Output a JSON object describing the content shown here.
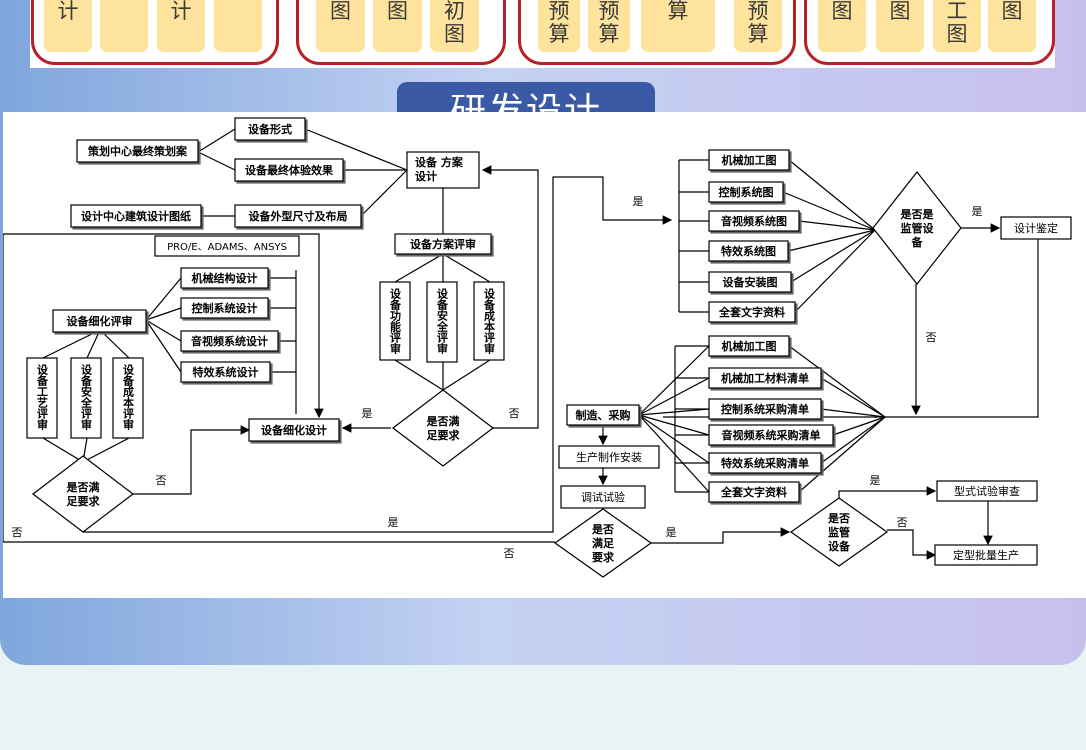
{
  "top_tiles": [
    {
      "group": 1,
      "lines": [
        "计"
      ]
    },
    {
      "group": 1,
      "lines": [
        ""
      ]
    },
    {
      "group": 1,
      "lines": [
        "计"
      ]
    },
    {
      "group": 1,
      "lines": [
        ""
      ]
    },
    {
      "group": 2,
      "lines": [
        "图"
      ]
    },
    {
      "group": 2,
      "lines": [
        "图"
      ]
    },
    {
      "group": 2,
      "lines": [
        "初",
        "图"
      ]
    },
    {
      "group": 3,
      "lines": [
        "预",
        "算"
      ]
    },
    {
      "group": 3,
      "lines": [
        "预",
        "算"
      ]
    },
    {
      "group": 3,
      "lines": [
        "算"
      ]
    },
    {
      "group": 3,
      "lines": [
        "预",
        "算"
      ]
    },
    {
      "group": 4,
      "lines": [
        "图"
      ]
    },
    {
      "group": 4,
      "lines": [
        "图"
      ]
    },
    {
      "group": 4,
      "lines": [
        "工",
        "图"
      ]
    },
    {
      "group": 4,
      "lines": [
        "图"
      ]
    }
  ],
  "title": "研发设计",
  "flow": {
    "plan_final": "策划中心最终策划案",
    "equip_form": "设备形式",
    "equip_experience": "设备最终体验效果",
    "arch_drawing": "设计中心建筑设计图纸",
    "equip_size": "设备外型尺寸及布局",
    "scheme_design": [
      "设备 方案",
      "设计"
    ],
    "scheme_review": "设备方案评审",
    "func_review": "设备功能评审",
    "safety_review": "设备安全评审",
    "cost_review": "设备成本评审",
    "meet_req_1": [
      "是否满",
      "足要求"
    ],
    "yes": "是",
    "no": "否",
    "proe": "PRO/E、ADAMS、ANSYS",
    "mech_struct": "机械结构设计",
    "ctrl_design": "控制系统设计",
    "av_design": "音视频系统设计",
    "fx_design": "特效系统设计",
    "detail_review": "设备细化评审",
    "process_review": "设备工艺评审",
    "safety_review2": "设备安全评审",
    "cost_review2": "设备成本评审",
    "meet_req_2": [
      "是否满",
      "足要求"
    ],
    "detail_design": "设备细化设计",
    "mech_drawing": "机械加工图",
    "ctrl_drawing": "控制系统图",
    "av_drawing": "音视频系统图",
    "fx_drawing": "特效系统图",
    "install_drawing": "设备安装图",
    "full_docs": "全套文字资料",
    "supervised_q": [
      "是否是",
      "监管设",
      "备"
    ],
    "design_appraisal": "设计鉴定",
    "mech_drawing2": "机械加工图",
    "mech_materials": "机械加工材料清单",
    "ctrl_purchase": "控制系统采购清单",
    "av_purchase": "音视频系统采购清单",
    "fx_purchase": "特效系统采购清单",
    "full_docs2": "全套文字资料",
    "manufacture": "制造、采购",
    "production": "生产制作安装",
    "debug_test": "调试试验",
    "meet_req_3": [
      "是否",
      "满足",
      "要求"
    ],
    "supervised_q2": [
      "是否",
      "监管",
      "设备"
    ],
    "type_test": "型式试验审查",
    "mass_production": "定型批量生产"
  }
}
